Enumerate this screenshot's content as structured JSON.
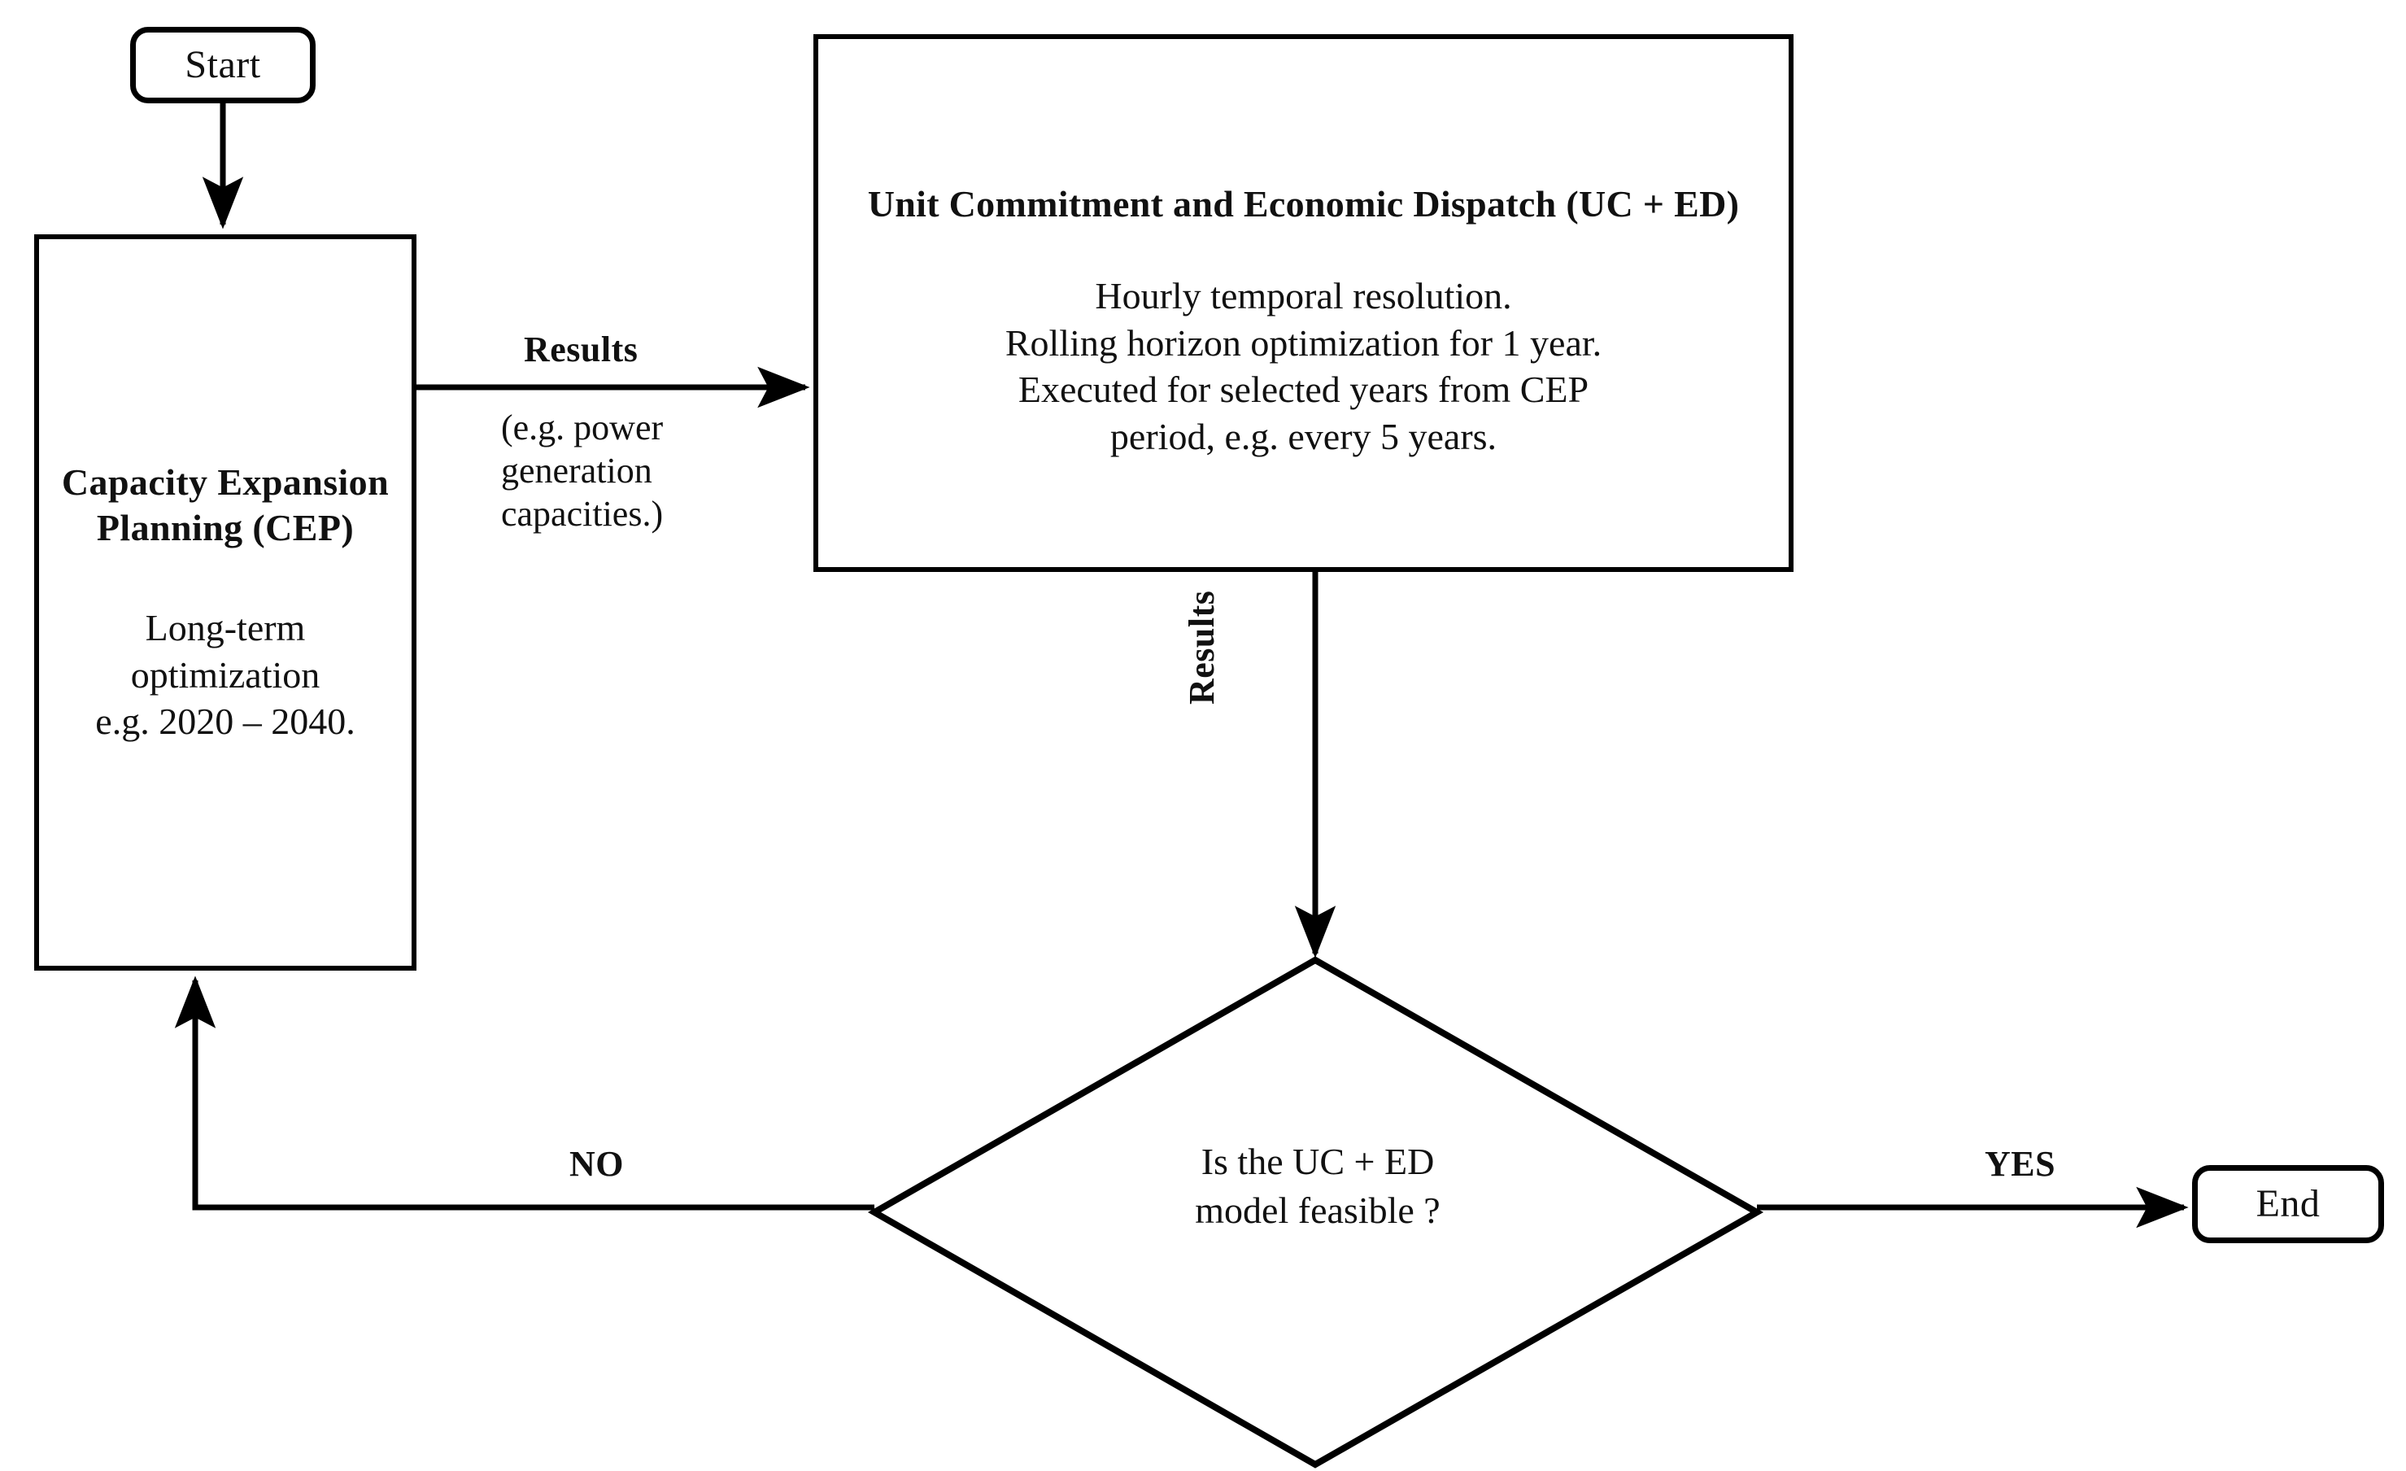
{
  "diagram": {
    "title": "CEP and UC+ED iterative optimization flowchart",
    "background_color": "#ffffff",
    "line_color": "#000000",
    "text_color": "#111111"
  },
  "nodes": {
    "start": {
      "shape": "rounded-rectangle",
      "label": "Start"
    },
    "cep": {
      "shape": "rectangle",
      "title": "Capacity\nExpansion\nPlanning\n(CEP)",
      "body": "Long-term\noptimization\ne.g. 2020 – 2040."
    },
    "ucd": {
      "shape": "rectangle",
      "title": "Unit Commitment and Economic\nDispatch (UC + ED)",
      "body": "Hourly temporal resolution.\nRolling horizon optimization for 1 year.\nExecuted for selected years from CEP\nperiod, e.g. every 5 years."
    },
    "decision": {
      "shape": "diamond",
      "text": "Is the UC + ED\nmodel feasible ?"
    },
    "end": {
      "shape": "rounded-rectangle",
      "label": "End"
    }
  },
  "edges": {
    "start_to_cep": {
      "label": ""
    },
    "cep_to_ucd": {
      "label": "Results",
      "note": "(e.g. power\ngeneration\ncapacities.)"
    },
    "ucd_to_decision": {
      "label": "Results"
    },
    "decision_to_cep": {
      "label": "NO"
    },
    "decision_to_end": {
      "label": "YES"
    }
  }
}
